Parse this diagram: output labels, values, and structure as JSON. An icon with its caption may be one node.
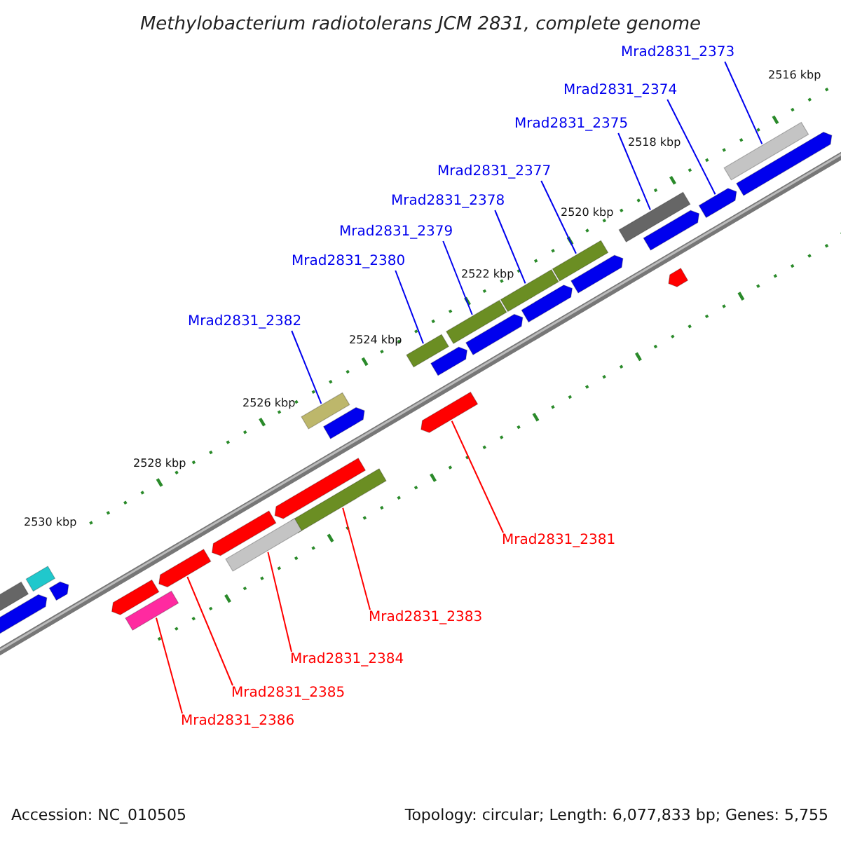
{
  "diagram": {
    "title": "Methylobacterium radiotolerans JCM 2831, complete genome",
    "nodes": [
      {
        "text": [
          "Mrad2831_2373"
        ]
      },
      {
        "text": [],
        "shape": "bar"
      },
      {
        "text": [
          "Mrad2831_2374"
        ]
      },
      {
        "text": [],
        "shape": "arrow"
      },
      {
        "text": [
          "Mrad2831_2375"
        ]
      },
      {
        "text": [],
        "shape": "bar"
      },
      {
        "text": [
          "Mrad2831_2377"
        ]
      },
      {
        "text": [],
        "shape": "bar"
      },
      {
        "text": [
          "Mrad2831_2378"
        ]
      },
      {
        "text": [],
        "shape": "bar"
      },
      {
        "text": [
          "Mrad2831_2379"
        ]
      },
      {
        "text": [],
        "shape": "bar"
      },
      {
        "text": [
          "Mrad2831_2380"
        ]
      },
      {
        "text": [],
        "shape": "bar"
      },
      {
        "text": [
          "Mrad2831_2382"
        ]
      },
      {
        "text": [],
        "shape": "bar"
      },
      {
        "text": [
          "Mrad2831_2381"
        ]
      },
      {
        "text": [],
        "shape": "arrow"
      },
      {
        "text": [
          "Mrad2831_2383"
        ]
      },
      {
        "text": [],
        "shape": "bar"
      },
      {
        "text": [
          "Mrad2831_2384"
        ]
      },
      {
        "text": [],
        "shape": "bar"
      },
      {
        "text": [
          "Mrad2831_2385"
        ]
      },
      {
        "text": [],
        "shape": "arrow"
      },
      {
        "text": [
          "Mrad2831_2386"
        ]
      },
      {
        "text": [],
        "shape": "bar"
      },
      {
        "text": [],
        "shape": "arrow"
      },
      {
        "text": [],
        "shape": "arrow"
      },
      {
        "text": [],
        "shape": "arrow"
      },
      {
        "text": [],
        "shape": "arrow"
      },
      {
        "text": [],
        "shape": "arrow"
      },
      {
        "text": [],
        "shape": "arrow"
      },
      {
        "text": [],
        "shape": "arrow"
      },
      {
        "text": [],
        "shape": "arrow"
      },
      {
        "text": [],
        "shape": "arrow"
      },
      {
        "text": [],
        "shape": "bar"
      },
      {
        "text": [],
        "shape": "bar"
      },
      {
        "text": [],
        "shape": "arrow"
      },
      {
        "text": [],
        "shape": "arrow"
      },
      {
        "text": [],
        "shape": "arrow"
      },
      {
        "text": [],
        "shape": "arrow"
      }
    ],
    "edges": [
      {
        "from": 0,
        "to": 1,
        "arrow": "none"
      },
      {
        "from": 2,
        "to": 3,
        "arrow": "none"
      },
      {
        "from": 4,
        "to": 5,
        "arrow": "none"
      },
      {
        "from": 6,
        "to": 7,
        "arrow": "none"
      },
      {
        "from": 8,
        "to": 9,
        "arrow": "none"
      },
      {
        "from": 10,
        "to": 11,
        "arrow": "none"
      },
      {
        "from": 12,
        "to": 13,
        "arrow": "none"
      },
      {
        "from": 14,
        "to": 15,
        "arrow": "none"
      },
      {
        "from": 16,
        "to": 17,
        "arrow": "none",
        "color": "#ff0000"
      },
      {
        "from": 18,
        "to": 19,
        "arrow": "none",
        "color": "#ff0000"
      },
      {
        "from": 20,
        "to": 21,
        "arrow": "none",
        "color": "#ff0000"
      },
      {
        "from": 22,
        "to": 23,
        "arrow": "none",
        "color": "#ff0000"
      },
      {
        "from": 24,
        "to": 25,
        "arrow": "none",
        "color": "#ff0000"
      }
    ],
    "labels": [
      "2516 kbp",
      "2518 kbp",
      "2520 kbp",
      "2522 kbp",
      "2524 kbp",
      "2526 kbp",
      "2528 kbp",
      "2530 kbp",
      "Accession: NC_010505",
      "Topology: circular; Length: 6,077,833 bp; Genes: 5,755"
    ]
  }
}
